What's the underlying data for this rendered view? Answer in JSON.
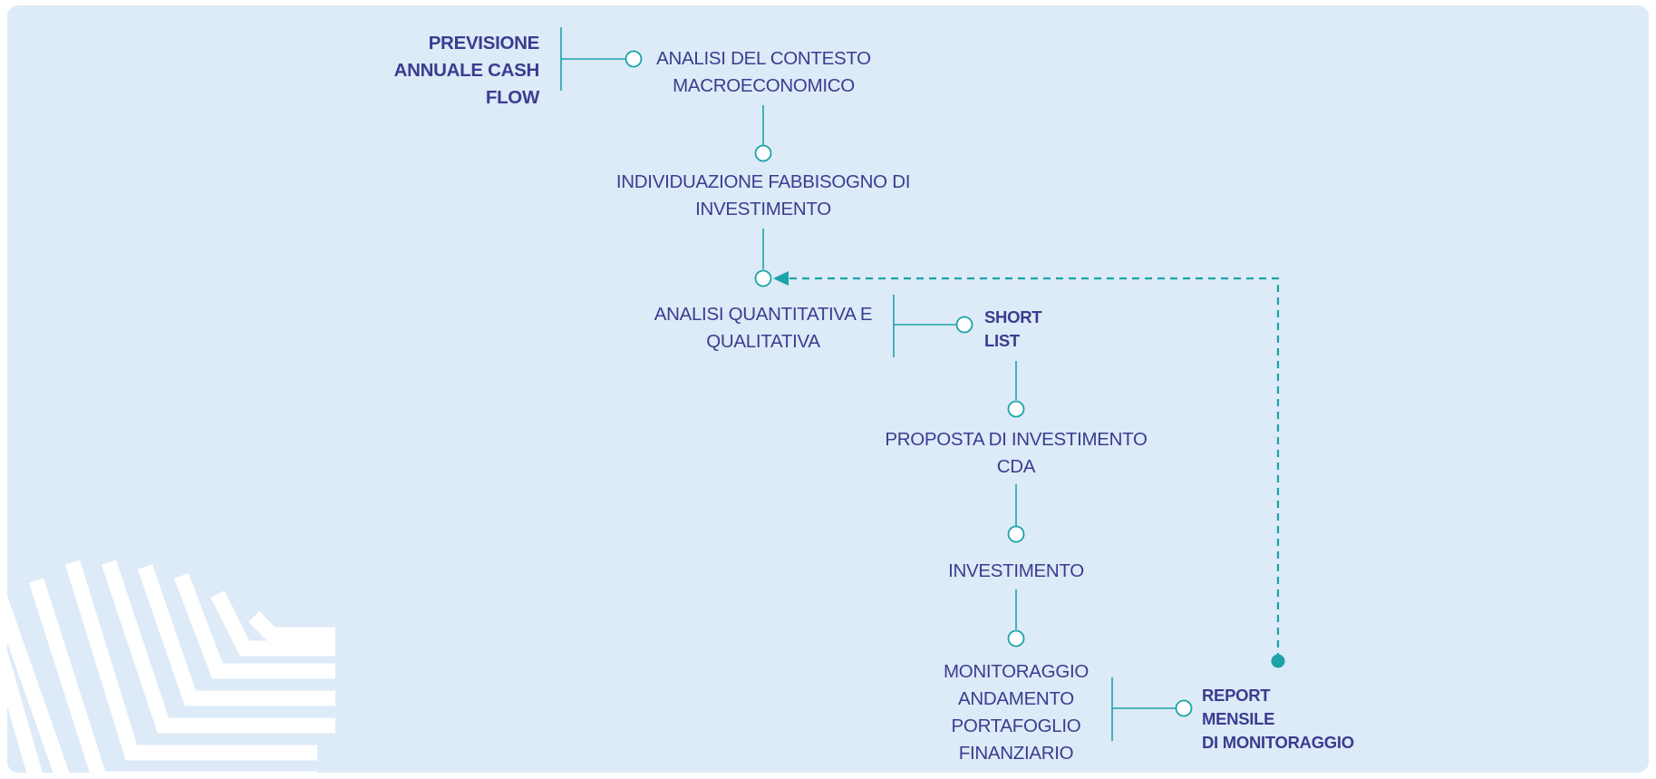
{
  "colors": {
    "background": "#ddeaf7",
    "line": "#1aa3a8",
    "text": "#3a3d8f",
    "decoration": "#ffffff"
  },
  "nodes": {
    "previsione": [
      "PREVISIONE",
      "ANNUALE CASH",
      "FLOW"
    ],
    "analisi_contesto": [
      "ANALISI DEL CONTESTO",
      "MACROECONOMICO"
    ],
    "fabbisogno": [
      "INDIVIDUAZIONE FABBISOGNO DI",
      "INVESTIMENTO"
    ],
    "analisi_quant": [
      "ANALISI QUANTITATIVA E",
      "QUALITATIVA"
    ],
    "short_list": [
      "SHORT",
      "LIST"
    ],
    "proposta": [
      "PROPOSTA DI INVESTIMENTO",
      "CDA"
    ],
    "investimento": [
      "INVESTIMENTO"
    ],
    "monitoraggio": [
      "MONITORAGGIO",
      "ANDAMENTO",
      "PORTAFOGLIO",
      "FINANZIARIO"
    ],
    "report": [
      "REPORT",
      "MENSILE",
      "DI MONITORAGGIO"
    ]
  },
  "decoration_icon": "corner-stripes-decoration"
}
